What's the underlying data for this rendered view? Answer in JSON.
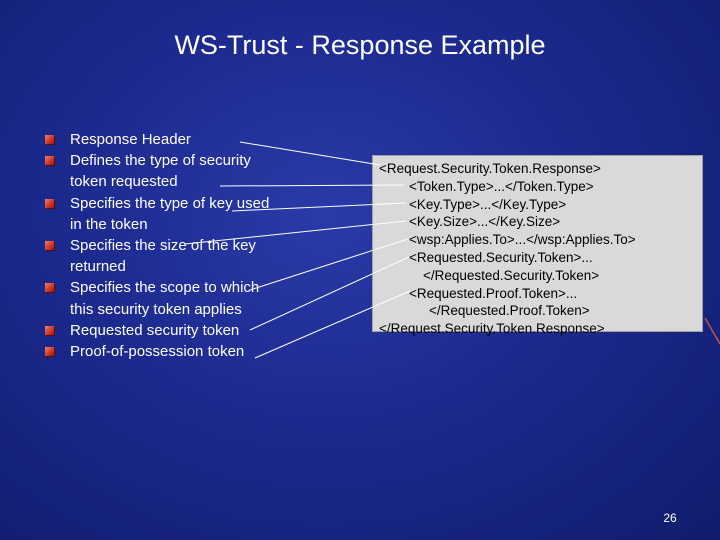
{
  "slide": {
    "title": "WS-Trust - Response Example",
    "slide_number": "26"
  },
  "bullets": [
    {
      "lines": [
        "Response Header"
      ]
    },
    {
      "lines": [
        "Defines the type of security",
        "token requested"
      ]
    },
    {
      "lines": [
        "Specifies the type of key used",
        "in the token"
      ]
    },
    {
      "lines": [
        "Specifies the size of the key",
        "returned"
      ]
    },
    {
      "lines": [
        "Specifies the scope to which",
        "this security token applies"
      ]
    },
    {
      "lines": [
        "Requested security token"
      ]
    },
    {
      "lines": [
        "Proof-of-possession token"
      ]
    }
  ],
  "code_lines": [
    "<Request.Security.Token.Response>",
    "<Token.Type>...</Token.Type>",
    "<Key.Type>...</Key.Type>",
    "<Key.Size>...</Key.Size>",
    "<wsp:Applies.To>...</wsp:Applies.To>",
    "<Requested.Security.Token>...",
    "</Requested.Security.Token>",
    "<Requested.Proof.Token>...",
    "</Requested.Proof.Token>",
    "</Request.Security.Token.Response>"
  ],
  "colors": {
    "background": "#1c2a8f",
    "code_box": "#d9d9d9",
    "bullet": "#d23a28",
    "connector": "#ffffff"
  }
}
